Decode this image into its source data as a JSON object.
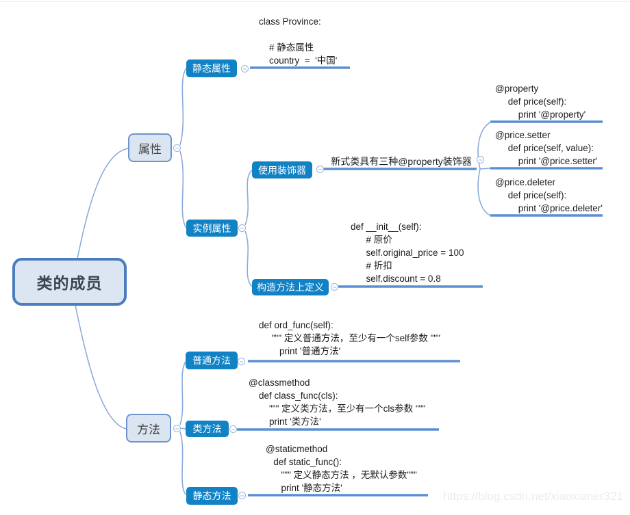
{
  "colors": {
    "topic_fill": "#1182c4",
    "topic_text": "#ffffff",
    "branch_fill": "#dbe5f2",
    "branch_border": "#6d94cc",
    "root_fill": "#dce6f3",
    "root_border": "#4a7cbe",
    "line_thick": "#5b8fd4",
    "line_thin": "#8cabd8",
    "code_text": "#1a1a1a",
    "watermark_text": "#ebebeb"
  },
  "root": {
    "label": "类的成员"
  },
  "branches": {
    "attributes": {
      "label": "属性"
    },
    "methods": {
      "label": "方法"
    }
  },
  "attributes": {
    "static_attr": {
      "label": "静态属性",
      "code": "class Province:\n\n    # 静态属性\n    country  =  '中国'"
    },
    "instance_attr": {
      "label": "实例属性",
      "use_decorator": {
        "label": "使用装饰器",
        "note": "新式类具有三种@property装饰器",
        "property_code": "@property\n     def price(self):\n         print '@property'",
        "setter_code": "@price.setter\n     def price(self, value):\n         print '@price.setter'",
        "deleter_code": "@price.deleter\n     def price(self):\n         print '@price.deleter'"
      },
      "constructor": {
        "label": "构造方法上定义",
        "code": "def __init__(self):\n      # 原价\n      self.original_price = 100\n      # 折扣\n      self.discount = 0.8"
      }
    }
  },
  "methods": {
    "ordinary": {
      "label": "普通方法",
      "code": "def ord_func(self):\n     \"\"\" 定义普通方法，至少有一个self参数 \"\"\"\n        print '普通方法'"
    },
    "class_method": {
      "label": "类方法",
      "code": "@classmethod\n    def class_func(cls):\n        \"\"\" 定义类方法，至少有一个cls参数 \"\"\"\n        print '类方法'"
    },
    "static_method": {
      "label": "静态方法",
      "code": "@staticmethod\n   def static_func():\n      \"\"\" 定义静态方法 ，无默认参数\"\"\"\n      print '静态方法'"
    }
  },
  "watermark": "https://blog.csdn.net/xiaoxianer321"
}
